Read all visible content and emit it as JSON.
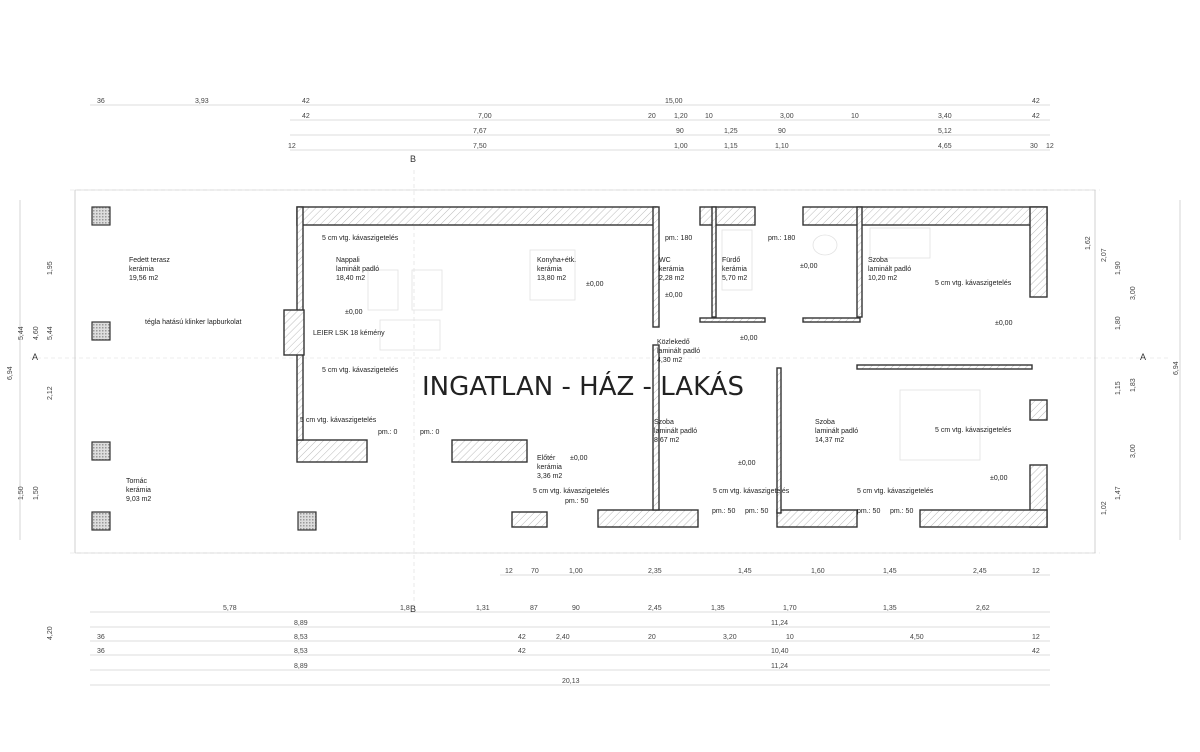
{
  "watermark": "INGATLAN - HÁZ - LAKÁS",
  "section_marks": {
    "a": "A",
    "b": "B"
  },
  "rooms": [
    {
      "name": "Fedett terasz",
      "floor": "kerámia",
      "area": "19,56 m2"
    },
    {
      "name": "Nappali",
      "floor": "laminált padló",
      "area": "18,40 m2"
    },
    {
      "name": "Konyha+étk.",
      "floor": "kerámia",
      "area": "13,80 m2"
    },
    {
      "name": "WC",
      "floor": "kerámia",
      "area": "2,28 m2"
    },
    {
      "name": "Fürdő",
      "floor": "kerámia",
      "area": "5,70 m2"
    },
    {
      "name": "Szoba",
      "floor": "laminált padló",
      "area": "10,20 m2"
    },
    {
      "name": "Közlekedő",
      "floor": "laminált padló",
      "area": "4,30 m2"
    },
    {
      "name": "Előtér",
      "floor": "kerámia",
      "area": "3,36 m2"
    },
    {
      "name": "Szoba",
      "floor": "laminált padló",
      "area": "8,67 m2"
    },
    {
      "name": "Szoba",
      "floor": "laminált padló",
      "area": "14,37 m2"
    },
    {
      "name": "Tornác",
      "floor": "kerámia",
      "area": "9,03 m2"
    }
  ],
  "notes": {
    "insulation": "5 cm vtg. kávaszigetelés",
    "cladding": "tégla hatású klinker lapburkolat",
    "chimney": "LEIER LSK 18 kémény",
    "level": "±0,00",
    "pm0": "pm.: 0",
    "pm50": "pm.: 50",
    "pm180": "pm.: 180"
  },
  "dims_top": [
    [
      "36",
      "3,93",
      "42",
      "15,00",
      "42"
    ],
    [
      "42",
      "7,00",
      "20",
      "1,20",
      "10",
      "3,00",
      "10",
      "3,40",
      "42"
    ],
    [
      "7,67",
      "90",
      "1,25",
      "90",
      "5,12"
    ],
    [
      "12",
      "7,50",
      "1,00",
      "1,15",
      "1,10",
      "4,65",
      "30",
      "12"
    ]
  ],
  "dims_bottom": [
    [
      "12",
      "70",
      "1,00",
      "2,35",
      "1,45",
      "1,60",
      "1,45",
      "2,45",
      "12"
    ],
    [
      "5,78",
      "1,8",
      "1,31",
      "87",
      "90",
      "2,45",
      "1,35",
      "1,70",
      "1,35",
      "2,62"
    ],
    [
      "8,89",
      "11,24"
    ],
    [
      "36",
      "8,53",
      "42",
      "2,40",
      "20",
      "3,20",
      "10",
      "4,50",
      "12"
    ],
    [
      "36",
      "8,53",
      "42",
      "10,40",
      "42"
    ],
    [
      "8,89",
      "11,24"
    ],
    [
      "20,13"
    ]
  ],
  "dims_left": [
    "5,44",
    "4,60",
    "5,44",
    "6,94",
    "1,95",
    "2,12",
    "1,50",
    "1,50",
    "4,20"
  ],
  "dims_right": [
    "1,62",
    "2,07",
    "1,90",
    "3,00",
    "1,80",
    "1,83",
    "1,15",
    "3,00",
    "1,47",
    "1,02",
    "6,94"
  ]
}
